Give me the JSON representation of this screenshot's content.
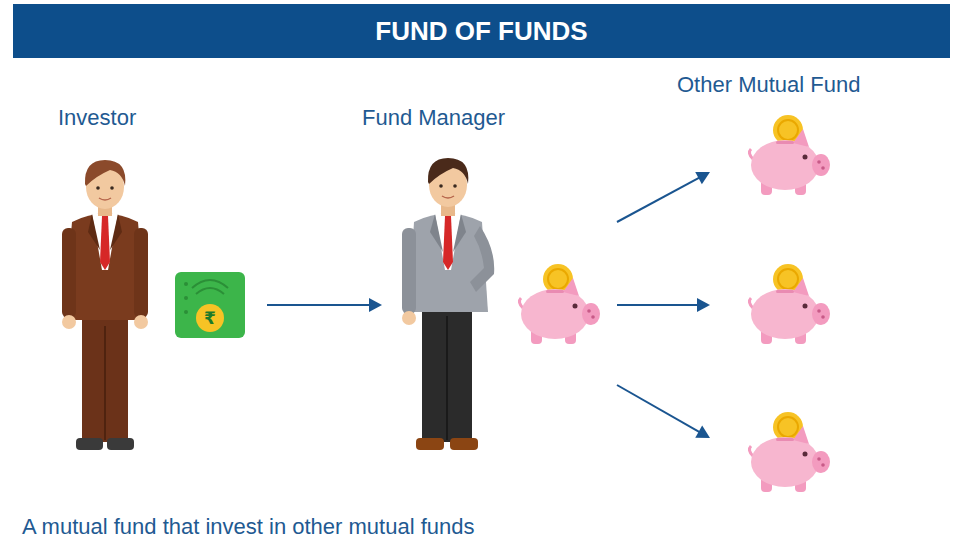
{
  "diagram": {
    "title": "FUND OF FUNDS",
    "caption": "A mutual fund that invest in other mutual funds",
    "nodes": [
      {
        "text": [
          "Investor"
        ]
      },
      {
        "text": [
          "Fund Manager"
        ]
      },
      {
        "text": [
          "Other Mutual Fund"
        ]
      }
    ],
    "edges": [
      {
        "from": 0,
        "to": 1,
        "arrow": "to"
      },
      {
        "from": 1,
        "to": 2,
        "arrow": "to"
      },
      {
        "from": 1,
        "to": 2,
        "arrow": "to"
      },
      {
        "from": 1,
        "to": 2,
        "arrow": "to"
      }
    ],
    "labels": [
      "₹"
    ]
  }
}
